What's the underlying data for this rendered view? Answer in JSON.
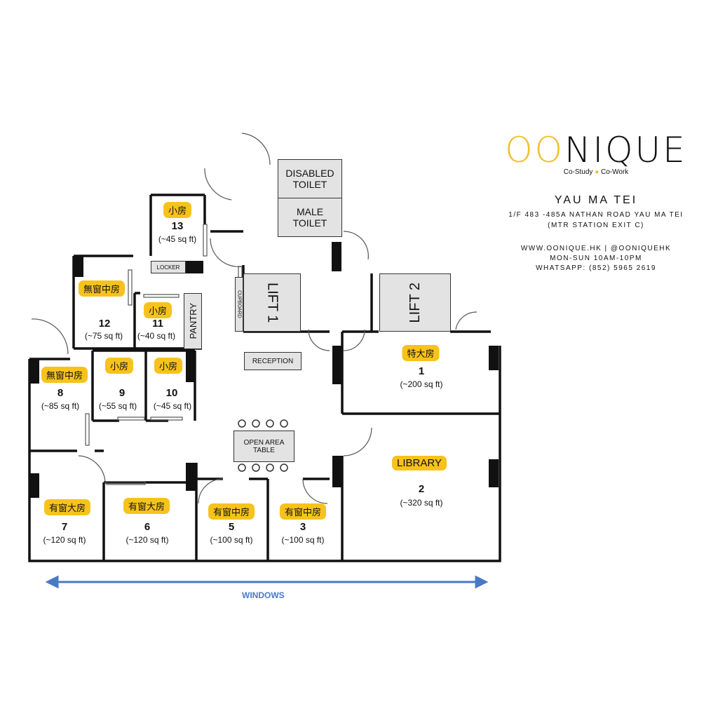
{
  "brand": {
    "logo_text": "OONIQUE",
    "tagline_left": "Co-Study",
    "tagline_right": "Co-Work",
    "accent": "#f0c030"
  },
  "location": {
    "name": "YAU MA TEI",
    "address": "1/F 483 -485A NATHAN ROAD YAU MA TEI",
    "mtr": "(MTR STATION EXIT C)",
    "web": "WWW.OONIQUE.HK | @OONIQUEHK",
    "hours": "MON-SUN 10AM-10PM",
    "whatsapp": "WHATSAPP: (852)  5965 2619"
  },
  "facilities": {
    "disabled_toilet": "DISABLED TOILET",
    "male_toilet": "MALE TOILET",
    "lift1": "LIFT 1",
    "lift2": "LIFT 2",
    "cupboard": "CUPBOARD",
    "locker": "LOCKER",
    "pantry": "PANTRY",
    "reception": "RECEPTION",
    "open_area": "OPEN AREA TABLE"
  },
  "rooms": [
    {
      "id": "1",
      "tag": "特大房",
      "area": "(~200 sq ft)"
    },
    {
      "id": "2",
      "tag": "LIBRARY",
      "area": "(~320 sq ft)"
    },
    {
      "id": "3",
      "tag": "有窗中房",
      "area": "(~100 sq ft)"
    },
    {
      "id": "5",
      "tag": "有窗中房",
      "area": "(~100 sq ft)"
    },
    {
      "id": "6",
      "tag": "有窗大房",
      "area": "(~120 sq ft)"
    },
    {
      "id": "7",
      "tag": "有窗大房",
      "area": "(~120 sq ft)"
    },
    {
      "id": "8",
      "tag": "無窗中房",
      "area": "(~85 sq ft)"
    },
    {
      "id": "9",
      "tag": "小房",
      "area": "(~55 sq ft)"
    },
    {
      "id": "10",
      "tag": "小房",
      "area": "(~45 sq ft)"
    },
    {
      "id": "11",
      "tag": "小房",
      "area": "(~40 sq ft)"
    },
    {
      "id": "12",
      "tag": "無窗中房",
      "area": "(~75 sq ft)"
    },
    {
      "id": "13",
      "tag": "小房",
      "area": "(~45 sq ft)"
    }
  ],
  "windows_label": "WINDOWS",
  "windows_color": "#4a78c4"
}
